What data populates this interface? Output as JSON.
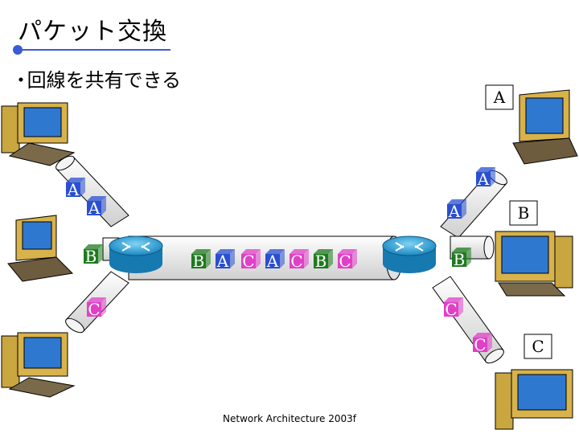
{
  "slide": {
    "title": "パケット交換",
    "bullet": "回線を共有できる",
    "footer": "Network Architecture 2003f"
  },
  "endpoint_labels": {
    "right_top": "A",
    "right_middle": "B",
    "right_bottom": "C"
  },
  "left_packets": [
    "A",
    "A",
    "B",
    "C"
  ],
  "right_packets": [
    "A",
    "A",
    "B",
    "C",
    "C"
  ],
  "trunk_packets": [
    "B",
    "A",
    "C",
    "A",
    "C",
    "B",
    "C"
  ],
  "colors": {
    "A": "#2a4fd0",
    "B": "#1f7a1f",
    "C": "#e040c8",
    "title_rule": "#3a5bd6",
    "cable": "#e8e8e8",
    "router": "#2aa6d8"
  }
}
